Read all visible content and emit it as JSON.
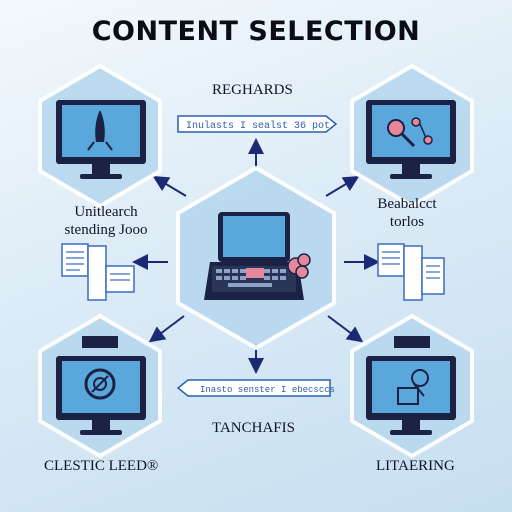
{
  "title": "CONTENT SELECTION",
  "labels": {
    "top": "REGHARDS",
    "left_line1": "Unitlearch",
    "left_line2": "stending Jooo",
    "right_line1": "Beabalcct",
    "right_line2": "torlos",
    "middle": "TANCHAFIS",
    "bottom_left": "CLESTIC LEED®",
    "bottom_right": "LITAERING"
  },
  "search_bars": {
    "top": "Inulasts  I  sealst  36  pot",
    "bottom": "Inasto  senster  I  ebecsccs"
  },
  "colors": {
    "hex_fill": "#b9d9ef",
    "hex_border": "#ffffff",
    "dark_navy": "#1b2244",
    "screen_blue": "#5aa7dc",
    "accent_pink": "#e6889c",
    "arrow": "#1b2a74"
  },
  "icons": {
    "center": "laptop-icon",
    "top_left": "rocket-monitor-icon",
    "top_right": "network-monitor-icon",
    "bottom_left": "search-target-monitor-icon",
    "bottom_right": "chart-monitor-icon",
    "left_doc": "documents-icon",
    "right_doc": "documents-icon"
  }
}
